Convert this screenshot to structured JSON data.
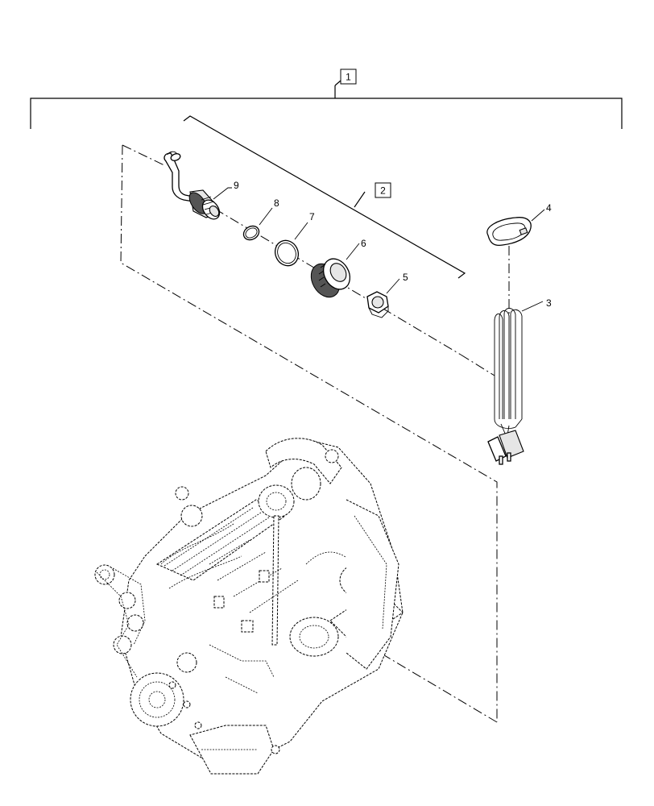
{
  "callouts": [
    {
      "id": "1",
      "label": "1",
      "boxed": true
    },
    {
      "id": "2",
      "label": "2",
      "boxed": true
    },
    {
      "id": "3",
      "label": "3",
      "boxed": false
    },
    {
      "id": "4",
      "label": "4",
      "boxed": false
    },
    {
      "id": "5",
      "label": "5",
      "boxed": false
    },
    {
      "id": "6",
      "label": "6",
      "boxed": false
    },
    {
      "id": "7",
      "label": "7",
      "boxed": false
    },
    {
      "id": "8",
      "label": "8",
      "boxed": false
    },
    {
      "id": "9",
      "label": "9",
      "boxed": false
    }
  ]
}
